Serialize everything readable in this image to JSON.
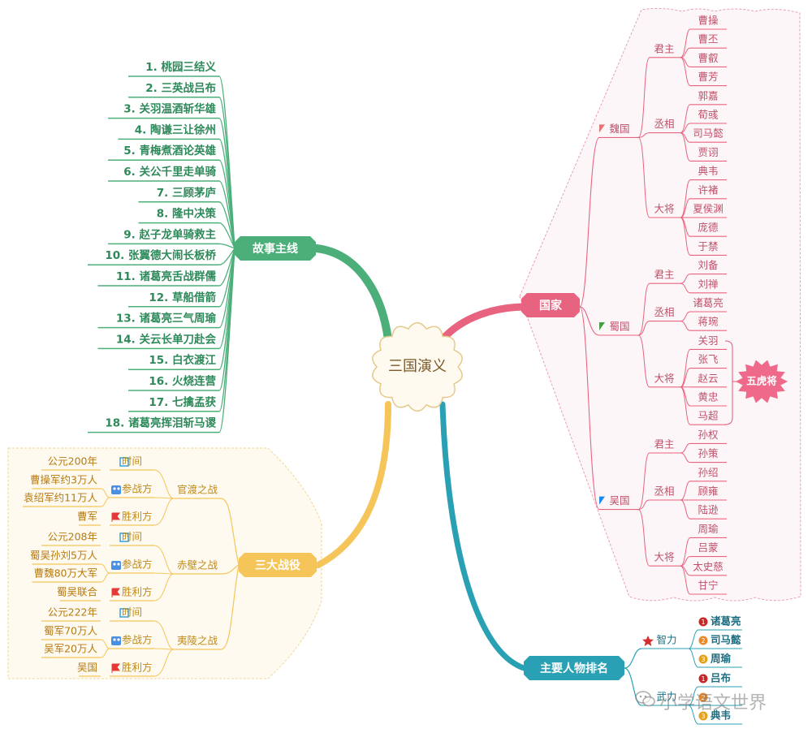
{
  "central": "三国演义",
  "colors": {
    "story": "#4caf7a",
    "battle": "#f5c55a",
    "country": "#e8637f",
    "rank": "#2aa0b4",
    "wei_flag": "#e57373",
    "shu_flag": "#43a047",
    "wu_flag": "#1e88e5"
  },
  "story": {
    "title": "故事主线",
    "items": [
      "1. 桃园三结义",
      "2. 三英战吕布",
      "3. 关羽温酒斩华雄",
      "4. 陶谦三让徐州",
      "5. 青梅煮酒论英雄",
      "6. 关公千里走单骑",
      "7. 三顾茅庐",
      "8. 隆中决策",
      "9. 赵子龙单骑救主",
      "10. 张翼德大闹长板桥",
      "11. 诸葛亮舌战群儒",
      "12. 草船借箭",
      "13. 诸葛亮三气周瑜",
      "14. 关云长单刀赴会",
      "15. 白衣渡江",
      "16. 火烧连营",
      "17. 七擒孟获",
      "18. 诸葛亮挥泪斩马谡"
    ]
  },
  "battles": {
    "title": "三大战役",
    "time_label": "时间",
    "parties_label": "参战方",
    "winner_label": "胜利方",
    "items": [
      {
        "name": "官渡之战",
        "time": "公元200年",
        "parties": [
          "曹操军约3万人",
          "袁绍军约11万人"
        ],
        "winner": "曹军"
      },
      {
        "name": "赤壁之战",
        "time": "公元208年",
        "parties": [
          "蜀吴孙刘5万人",
          "曹魏80万大军"
        ],
        "winner": "蜀吴联合"
      },
      {
        "name": "夷陵之战",
        "time": "公元222年",
        "parties": [
          "蜀军70万人",
          "吴军20万人"
        ],
        "winner": "吴国"
      }
    ]
  },
  "countries": {
    "title": "国家",
    "five_tigers": "五虎将",
    "items": [
      {
        "name": "魏国",
        "groups": [
          {
            "role": "君主",
            "people": [
              "曹操",
              "曹丕",
              "曹叡",
              "曹芳"
            ]
          },
          {
            "role": "丞相",
            "people": [
              "郭嘉",
              "荀彧",
              "司马懿",
              "贾诩"
            ]
          },
          {
            "role": "大将",
            "people": [
              "典韦",
              "许褚",
              "夏侯渊",
              "庞德",
              "于禁"
            ]
          }
        ]
      },
      {
        "name": "蜀国",
        "groups": [
          {
            "role": "君主",
            "people": [
              "刘备",
              "刘禅"
            ]
          },
          {
            "role": "丞相",
            "people": [
              "诸葛亮",
              "蒋琬"
            ]
          },
          {
            "role": "大将",
            "people": [
              "关羽",
              "张飞",
              "赵云",
              "黄忠",
              "马超"
            ]
          }
        ]
      },
      {
        "name": "吴国",
        "groups": [
          {
            "role": "君主",
            "people": [
              "孙权",
              "孙策"
            ]
          },
          {
            "role": "丞相",
            "people": [
              "孙绍",
              "顾雍",
              "陆逊"
            ]
          },
          {
            "role": "大将",
            "people": [
              "周瑜",
              "吕蒙",
              "太史慈",
              "甘宁"
            ]
          }
        ]
      }
    ]
  },
  "ranking": {
    "title": "主要人物排名",
    "groups": [
      {
        "name": "智力",
        "people": [
          "诸葛亮",
          "司马懿",
          "周瑜"
        ]
      },
      {
        "name": "武力",
        "people": [
          "吕布",
          "",
          "典韦"
        ]
      }
    ]
  },
  "watermark": "小学语文世界"
}
